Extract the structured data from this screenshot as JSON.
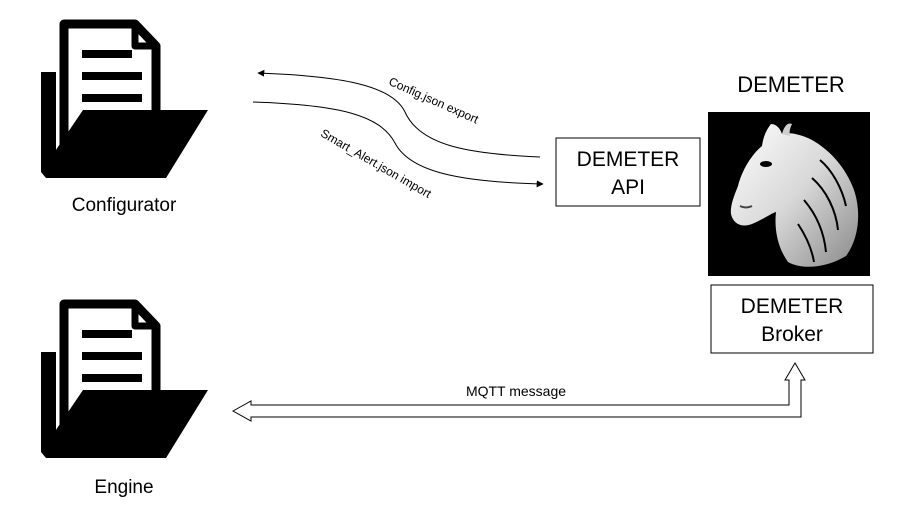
{
  "nodes": {
    "configurator": {
      "label": "Configurator",
      "icon": "folder-document-icon"
    },
    "engine": {
      "label": "Engine",
      "icon": "folder-document-icon"
    },
    "demeter": {
      "title": "DEMETER",
      "logo": "horse-head-logo"
    },
    "api": {
      "line1": "DEMETER",
      "line2": "API"
    },
    "broker": {
      "line1": "DEMETER",
      "line2": "Broker"
    }
  },
  "edges": {
    "config_export": {
      "label": "Config.json export"
    },
    "smart_alert_import": {
      "label": "Smart_Alert.json import"
    },
    "mqtt": {
      "label": "MQTT message"
    }
  },
  "colors": {
    "stroke": "#000000",
    "logo_bg": "#000000",
    "background": "#ffffff"
  }
}
